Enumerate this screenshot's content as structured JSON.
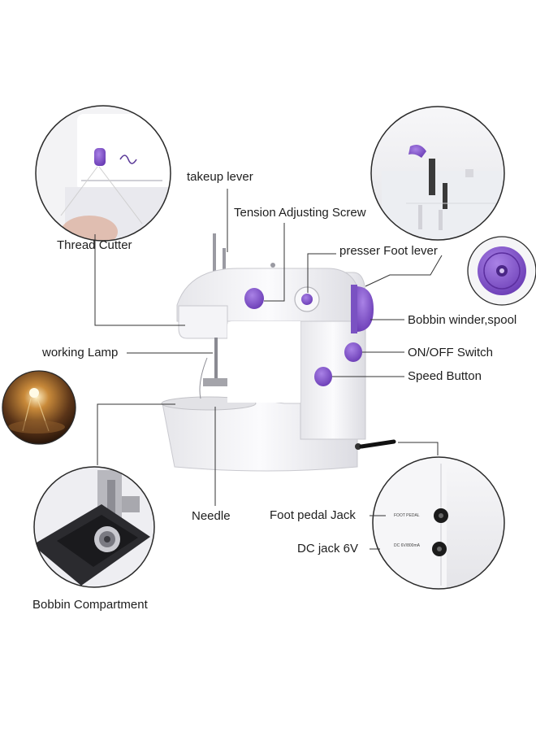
{
  "labels": {
    "takeup_lever": "takeup lever",
    "tension_screw": "Tension Adjusting Screw",
    "thread_cutter": "Thread Cutter",
    "presser_foot_lever": "presser Foot lever",
    "bobbin_winder": "Bobbin winder,spool",
    "working_lamp": "working Lamp",
    "on_off_switch": "ON/OFF Switch",
    "speed_button": "Speed Button",
    "needle": "Needle",
    "foot_pedal_jack": "Foot pedal Jack",
    "dc_jack": "DC jack 6V",
    "bobbin_compartment": "Bobbin Compartment"
  },
  "panel_print": {
    "foot_pedal": "FOOT PEDAL",
    "dc": "DC 6V/800mA"
  },
  "colors": {
    "accent": "#7d4fc4",
    "body": "#f1f1f4",
    "line": "#333333"
  }
}
